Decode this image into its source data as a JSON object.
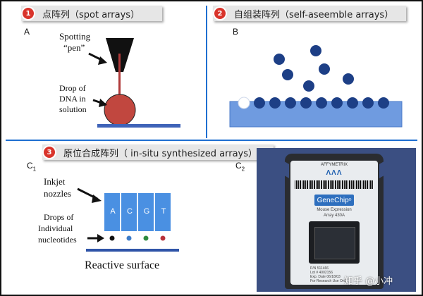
{
  "sections": {
    "s1": {
      "badge": "1",
      "title": "点阵列（spot arrays）",
      "panel": "A"
    },
    "s2": {
      "badge": "2",
      "title": "自组装阵列（self-aseemble arrays）",
      "panel": "B"
    },
    "s3": {
      "badge": "3",
      "title": "原位合成阵列（ in-situ synthesized arrays）",
      "panel_c1": "C",
      "panel_c1_sub": "1",
      "panel_c2": "C",
      "panel_c2_sub": "2"
    }
  },
  "panelA": {
    "spotting_label": "Spotting",
    "pen_label": "“pen”",
    "drop_label_1": "Drop of",
    "drop_label_2": "DNA in",
    "drop_label_3": "solution"
  },
  "panelC1": {
    "inkjet_1": "Inkjet",
    "inkjet_2": "nozzles",
    "nozzles": [
      "A",
      "C",
      "G",
      "T"
    ],
    "drops_1": "Drops of",
    "drops_2": "Individual",
    "drops_3": "nucleotides",
    "surface": "Reactive surface"
  },
  "panelC2": {
    "brand": "AFFYMETRIX",
    "chip_title": "GeneChip",
    "chip_reg": "®",
    "line1": "Mouse Expression",
    "line2": "Array 430A",
    "pn_label": "P/N",
    "pn_value": "511466",
    "lot_label": "Lot #",
    "lot_value": "4002156",
    "exp_label": "Exp. Date",
    "exp_value": "06/18/03",
    "ruo": "For Research Use Only"
  },
  "watermark": "知乎 @小冲",
  "colors": {
    "badge": "#d9342b",
    "blue_dot": "#1d3f86",
    "surface": "#6f9be0",
    "drop_red": "#c1473f",
    "nozzle": "#4a90e2"
  }
}
